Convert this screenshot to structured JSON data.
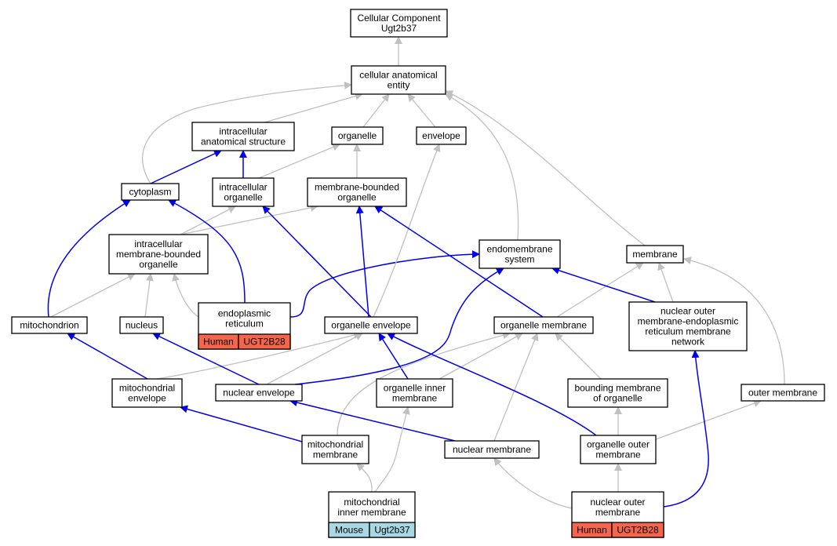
{
  "colors": {
    "edge_is_a": "#c0c0c0",
    "edge_part_of": "#0000ee",
    "human_annotation": "#f4654c",
    "mouse_annotation": "#a9d8e5"
  },
  "nodes": {
    "cc": [
      "Cellular Component",
      "Ugt2b37"
    ],
    "cae": [
      "cellular anatomical",
      "entity"
    ],
    "ias": [
      "intracellular",
      "anatomical structure"
    ],
    "org": [
      "organelle"
    ],
    "env": [
      "envelope"
    ],
    "cyto": [
      "cytoplasm"
    ],
    "io": [
      "intracellular",
      "organelle"
    ],
    "mbo": [
      "membrane-bounded",
      "organelle"
    ],
    "imbo": [
      "intracellular",
      "membrane-bounded",
      "organelle"
    ],
    "ems": [
      "endomembrane",
      "system"
    ],
    "mem": [
      "membrane"
    ],
    "mito": [
      "mitochondrion"
    ],
    "nuc": [
      "nucleus"
    ],
    "er": [
      "endoplasmic",
      "reticulum"
    ],
    "oenv": [
      "organelle envelope"
    ],
    "omem": [
      "organelle membrane"
    ],
    "nomer": [
      "nuclear outer",
      "membrane-endoplasmic",
      "reticulum membrane",
      "network"
    ],
    "menv": [
      "mitochondrial",
      "envelope"
    ],
    "nenv": [
      "nuclear envelope"
    ],
    "oim": [
      "organelle inner",
      "membrane"
    ],
    "bmo": [
      "bounding membrane",
      "of organelle"
    ],
    "outm": [
      "outer membrane"
    ],
    "mmem": [
      "mitochondrial",
      "membrane"
    ],
    "nmem": [
      "nuclear membrane"
    ],
    "oom": [
      "organelle outer",
      "membrane"
    ],
    "mim": [
      "mitochondrial",
      "inner membrane"
    ],
    "nom": [
      "nuclear outer",
      "membrane"
    ]
  },
  "annotations": {
    "er": [
      "Human",
      "UGT2B28"
    ],
    "mim": [
      "Mouse",
      "Ugt2b37"
    ],
    "nom": [
      "Human",
      "UGT2B28"
    ]
  },
  "edges": [
    {
      "from": "cae",
      "to": "cc",
      "type": "is_a"
    },
    {
      "from": "ias",
      "to": "cae",
      "type": "is_a"
    },
    {
      "from": "org",
      "to": "cae",
      "type": "is_a"
    },
    {
      "from": "env",
      "to": "cae",
      "type": "is_a"
    },
    {
      "from": "cyto",
      "to": "cae",
      "type": "is_a"
    },
    {
      "from": "ems",
      "to": "cae",
      "type": "is_a"
    },
    {
      "from": "mem",
      "to": "cae",
      "type": "is_a"
    },
    {
      "from": "cyto",
      "to": "ias",
      "type": "part_of"
    },
    {
      "from": "io",
      "to": "ias",
      "type": "part_of"
    },
    {
      "from": "io",
      "to": "org",
      "type": "is_a"
    },
    {
      "from": "mbo",
      "to": "org",
      "type": "is_a"
    },
    {
      "from": "imbo",
      "to": "io",
      "type": "is_a"
    },
    {
      "from": "imbo",
      "to": "mbo",
      "type": "is_a"
    },
    {
      "from": "mito",
      "to": "imbo",
      "type": "is_a"
    },
    {
      "from": "nuc",
      "to": "imbo",
      "type": "is_a"
    },
    {
      "from": "er",
      "to": "imbo",
      "type": "is_a"
    },
    {
      "from": "mito",
      "to": "cyto",
      "type": "part_of"
    },
    {
      "from": "er",
      "to": "cyto",
      "type": "part_of"
    },
    {
      "from": "er",
      "to": "ems",
      "type": "part_of"
    },
    {
      "from": "oenv",
      "to": "io",
      "type": "part_of"
    },
    {
      "from": "oenv",
      "to": "mbo",
      "type": "part_of"
    },
    {
      "from": "oenv",
      "to": "env",
      "type": "is_a"
    },
    {
      "from": "omem",
      "to": "mbo",
      "type": "part_of"
    },
    {
      "from": "omem",
      "to": "mem",
      "type": "is_a"
    },
    {
      "from": "nomer",
      "to": "ems",
      "type": "part_of"
    },
    {
      "from": "nomer",
      "to": "mem",
      "type": "is_a"
    },
    {
      "from": "menv",
      "to": "mito",
      "type": "part_of"
    },
    {
      "from": "menv",
      "to": "oenv",
      "type": "is_a"
    },
    {
      "from": "nenv",
      "to": "nuc",
      "type": "part_of"
    },
    {
      "from": "nenv",
      "to": "oenv",
      "type": "is_a"
    },
    {
      "from": "nenv",
      "to": "ems",
      "type": "part_of"
    },
    {
      "from": "oim",
      "to": "oenv",
      "type": "part_of"
    },
    {
      "from": "oim",
      "to": "omem",
      "type": "is_a"
    },
    {
      "from": "bmo",
      "to": "omem",
      "type": "is_a"
    },
    {
      "from": "outm",
      "to": "mem",
      "type": "is_a"
    },
    {
      "from": "mmem",
      "to": "menv",
      "type": "part_of"
    },
    {
      "from": "mmem",
      "to": "omem",
      "type": "is_a"
    },
    {
      "from": "nmem",
      "to": "nenv",
      "type": "part_of"
    },
    {
      "from": "nmem",
      "to": "omem",
      "type": "is_a"
    },
    {
      "from": "oom",
      "to": "oenv",
      "type": "part_of"
    },
    {
      "from": "oom",
      "to": "bmo",
      "type": "is_a"
    },
    {
      "from": "oom",
      "to": "outm",
      "type": "is_a"
    },
    {
      "from": "mim",
      "to": "mmem",
      "type": "is_a"
    },
    {
      "from": "mim",
      "to": "oim",
      "type": "is_a"
    },
    {
      "from": "nom",
      "to": "nmem",
      "type": "is_a"
    },
    {
      "from": "nom",
      "to": "oom",
      "type": "is_a"
    },
    {
      "from": "nom",
      "to": "nomer",
      "type": "part_of"
    }
  ]
}
